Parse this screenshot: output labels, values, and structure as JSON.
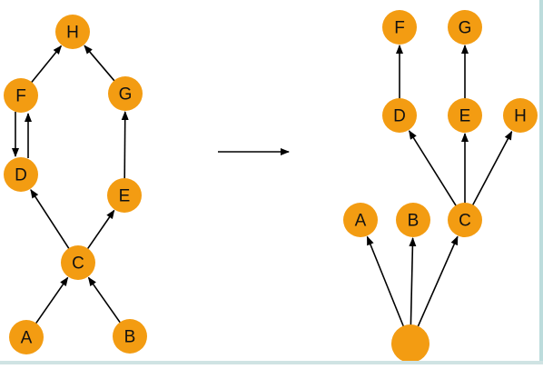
{
  "colors": {
    "node_fill": "#f39c12",
    "edge": "#000000",
    "label": "#111111"
  },
  "left_graph": {
    "nodes": [
      {
        "id": "H",
        "label": "H"
      },
      {
        "id": "F",
        "label": "F"
      },
      {
        "id": "G",
        "label": "G"
      },
      {
        "id": "D",
        "label": "D"
      },
      {
        "id": "E",
        "label": "E"
      },
      {
        "id": "C",
        "label": "C"
      },
      {
        "id": "A",
        "label": "A"
      },
      {
        "id": "B",
        "label": "B"
      }
    ],
    "edges": [
      {
        "from": "A",
        "to": "C"
      },
      {
        "from": "B",
        "to": "C"
      },
      {
        "from": "C",
        "to": "D"
      },
      {
        "from": "C",
        "to": "E"
      },
      {
        "from": "E",
        "to": "G"
      },
      {
        "from": "G",
        "to": "H"
      },
      {
        "from": "F",
        "to": "H"
      },
      {
        "from": "F",
        "to": "D"
      },
      {
        "from": "D",
        "to": "F"
      }
    ]
  },
  "right_graph": {
    "nodes": [
      {
        "id": "F",
        "label": "F"
      },
      {
        "id": "G",
        "label": "G"
      },
      {
        "id": "D",
        "label": "D"
      },
      {
        "id": "E",
        "label": "E"
      },
      {
        "id": "H",
        "label": "H"
      },
      {
        "id": "A",
        "label": "A"
      },
      {
        "id": "B",
        "label": "B"
      },
      {
        "id": "C",
        "label": "C"
      },
      {
        "id": "ROOT",
        "label": ""
      }
    ],
    "edges": [
      {
        "from": "ROOT",
        "to": "A"
      },
      {
        "from": "ROOT",
        "to": "B"
      },
      {
        "from": "ROOT",
        "to": "C"
      },
      {
        "from": "C",
        "to": "D"
      },
      {
        "from": "C",
        "to": "E"
      },
      {
        "from": "C",
        "to": "H"
      },
      {
        "from": "D",
        "to": "F"
      },
      {
        "from": "E",
        "to": "G"
      }
    ]
  }
}
